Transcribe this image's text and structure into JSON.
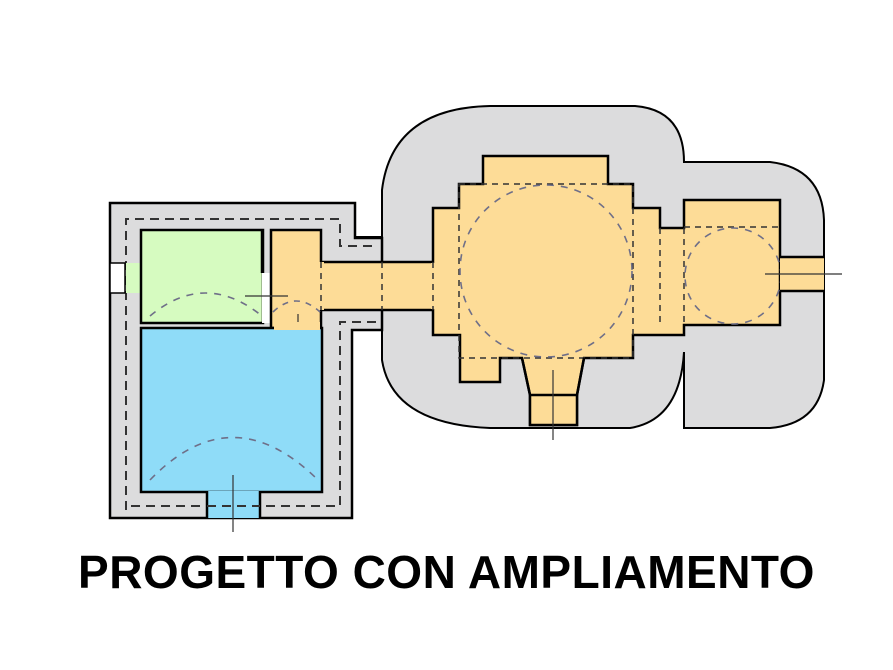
{
  "diagram": {
    "type": "architectural-floor-plan",
    "caption": "PROGETTO CON AMPLIAMENTO",
    "colors": {
      "background": "#ffffff",
      "wall_mass": "#dcdcdd",
      "wall_outline": "#000000",
      "existing_church": "#fddc97",
      "extension_small_room": "#d6fbc0",
      "extension_large_room": "#8fdcf8",
      "dashed_lines": "#333333",
      "vault_arcs": "#666680",
      "axis_lines": "#333333"
    },
    "zones": [
      {
        "id": "green-room",
        "label": "extension small room",
        "color_key": "extension_small_room"
      },
      {
        "id": "blue-room",
        "label": "extension large room",
        "color_key": "extension_large_room"
      },
      {
        "id": "vestibule",
        "label": "connecting vestibule",
        "color_key": "existing_church"
      },
      {
        "id": "corridor",
        "label": "connecting corridor",
        "color_key": "existing_church"
      },
      {
        "id": "central-hall",
        "label": "central domed hall",
        "color_key": "existing_church"
      },
      {
        "id": "apse-room",
        "label": "east domed room",
        "color_key": "existing_church"
      },
      {
        "id": "south-entrance",
        "label": "south entrance",
        "color_key": "existing_church"
      },
      {
        "id": "east-entrance",
        "label": "east entrance",
        "color_key": "existing_church"
      }
    ]
  }
}
